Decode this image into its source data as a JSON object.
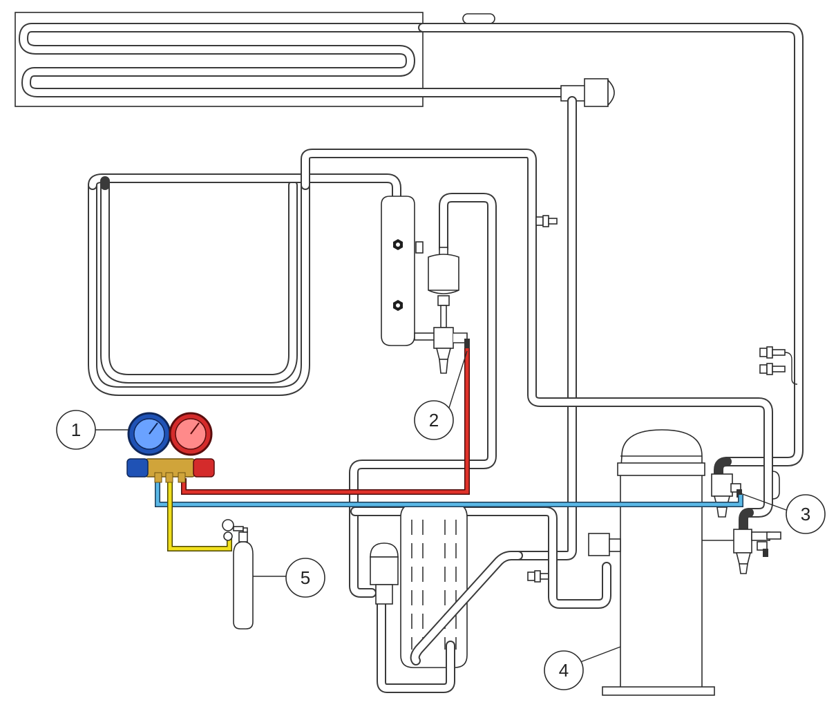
{
  "callouts": [
    {
      "number": "1",
      "label": "manifold-gauge"
    },
    {
      "number": "2",
      "label": "service-valve"
    },
    {
      "number": "3",
      "label": "compressor-service-valve"
    },
    {
      "number": "4",
      "label": "compressor"
    },
    {
      "number": "5",
      "label": "nitrogen-cylinder"
    }
  ],
  "colors": {
    "low_side_hose": "#5ab8e6",
    "high_side_hose": "#e0322a",
    "charging_hose": "#f1e01e",
    "low_gauge": "#1f52b5",
    "high_gauge": "#d42b2b",
    "brass": "#d0a43a",
    "tube_outline": "#3a3a3a"
  },
  "icons": [
    "gauge-icon",
    "nut-icon",
    "valve-icon",
    "cylinder-icon",
    "regulator-icon"
  ]
}
